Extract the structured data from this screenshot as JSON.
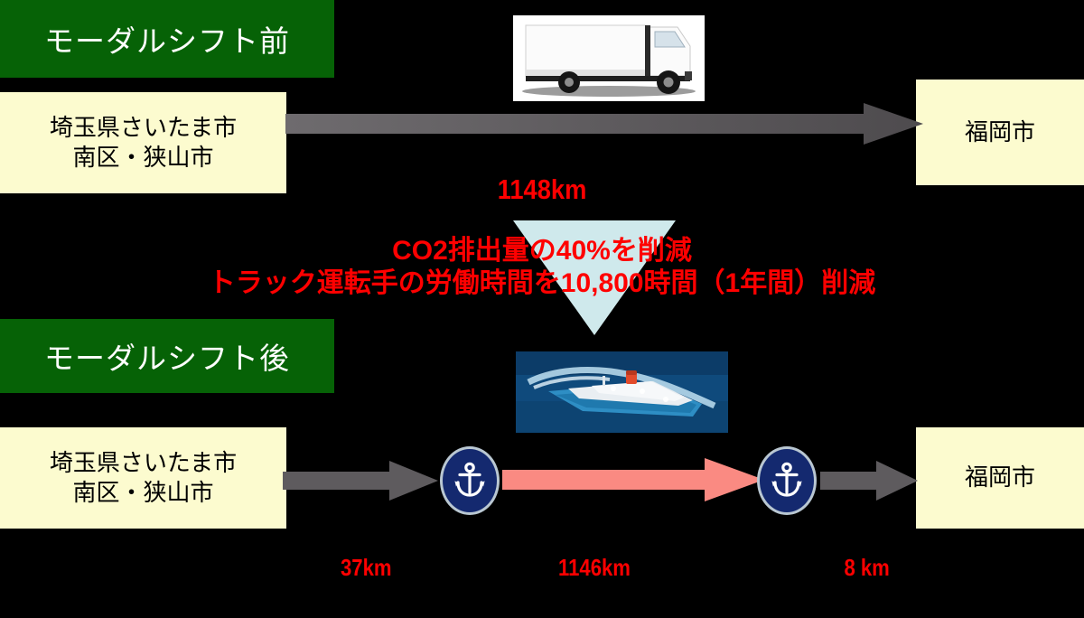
{
  "colors": {
    "background": "#000000",
    "header_green": "#066206",
    "box_yellow": "#fcfbcf",
    "arrow_gray": "#5e5b5e",
    "arrow_salmon": "#fa8a82",
    "annotation_red": "#ff0000",
    "triangle_blue": "#cfe9ec",
    "port_navy": "#14296f"
  },
  "before": {
    "header": "モーダルシフト前",
    "origin": "埼玉県さいたま市\n南区・狭山市",
    "destination": "福岡市",
    "route_arrow_icon": "arrow-right-icon",
    "vehicle_icon": "truck-image",
    "total_distance": "1148km"
  },
  "benefits": {
    "triangle_icon": "down-triangle-icon",
    "co2": "CO2排出量の40%を削減",
    "labor": "トラック運転手の労働時間を10,800時間（1年間）削減"
  },
  "after": {
    "header": "モーダルシフト後",
    "origin": "埼玉県さいたま市\n南区・狭山市",
    "destination": "福岡市",
    "vehicle_icon": "ship-image",
    "port_origin_icon": "anchor-icon",
    "port_dest_icon": "anchor-icon",
    "legs": [
      {
        "mode": "truck",
        "arrow_icon": "arrow-right-icon",
        "distance": "37km"
      },
      {
        "mode": "ship",
        "arrow_icon": "arrow-right-icon",
        "distance": "1146km"
      },
      {
        "mode": "truck",
        "arrow_icon": "arrow-right-icon",
        "distance": "8 km"
      }
    ]
  }
}
